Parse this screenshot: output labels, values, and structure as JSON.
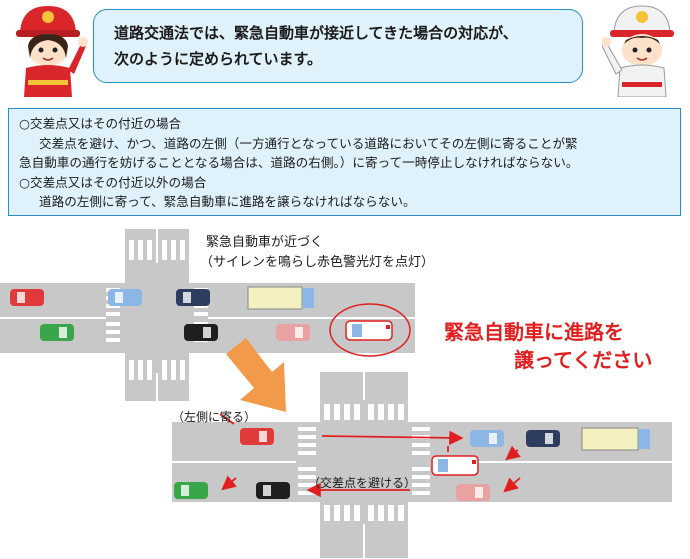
{
  "header": {
    "line1": "道路交通法では、緊急自動車が接近してきた場合の対応が、",
    "line2": "次のように定められています。"
  },
  "rules": {
    "case1_title": "○交差点又はその付近の場合",
    "case1_text_1": "交差点を避け、かつ、道路の左側（一方通行となっている道路においてその左側に寄ることが緊",
    "case1_text_2": "急自動車の通行を妨げることとなる場合は、道路の右側。）に寄って一時停止しなければならない。",
    "case2_title": "○交差点又はその付近以外の場合",
    "case2_text": "道路の左側に寄って、緊急自動車に進路を譲らなければならない。"
  },
  "diagram": {
    "approach_label_1": "緊急自動車が近づく",
    "approach_label_2": "（サイレンを鳴らし赤色警光灯を点灯）",
    "yield_line_1": "緊急自動車に進路を",
    "yield_line_2": "譲ってください",
    "keep_left_label": "（左側に寄る）",
    "avoid_intersection_label": "（交差点を避ける）"
  },
  "colors": {
    "accent_blue": "#2a8fc6",
    "box_fill": "#dff2fb",
    "alert_red": "#e02020",
    "road_gray": "#c8c8c8",
    "guide_orange": "#f29a4a"
  }
}
